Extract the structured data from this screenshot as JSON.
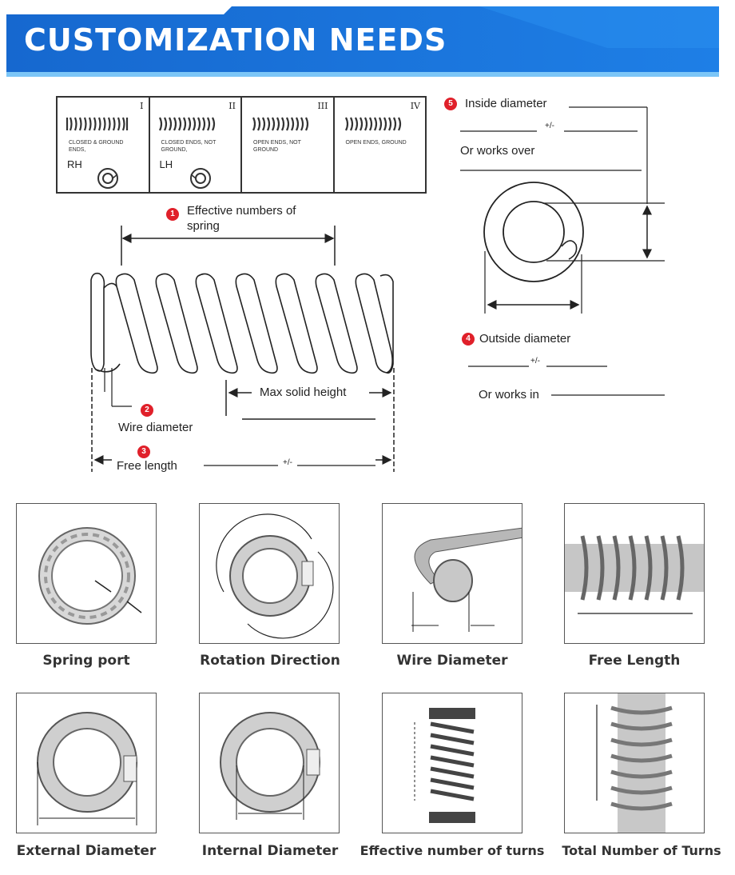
{
  "header": {
    "title": "CUSTOMIZATION NEEDS",
    "bg_color": "#1a6fd4",
    "accent": "#5fb4f5"
  },
  "end_types": [
    {
      "roman": "I",
      "desc": "CLOSED & GROUND ENDS,",
      "hand": "RH"
    },
    {
      "roman": "II",
      "desc": "CLOSED ENDS, NOT GROUND,",
      "hand": "LH"
    },
    {
      "roman": "III",
      "desc": "OPEN ENDS, NOT GROUND",
      "hand": ""
    },
    {
      "roman": "IV",
      "desc": "OPEN ENDS, GROUND",
      "hand": ""
    }
  ],
  "spec": {
    "effective": {
      "num": "1",
      "label": "Effective numbers of spring"
    },
    "wire": {
      "num": "2",
      "label": "Wire diameter"
    },
    "free": {
      "num": "3",
      "label": "Free length"
    },
    "max_solid": "Max solid height",
    "outside": {
      "num": "4",
      "label": "Outside diameter"
    },
    "inside": {
      "num": "5",
      "label": "Inside diameter"
    },
    "works_over": "Or works over",
    "works_in": "Or works in",
    "plus_minus": "+/-"
  },
  "cards": [
    {
      "caption": "Spring port",
      "icon": "spring-end-icon"
    },
    {
      "caption": "Rotation Direction",
      "icon": "rotation-icon"
    },
    {
      "caption": "Wire Diameter",
      "icon": "wire-icon"
    },
    {
      "caption": "Free Length",
      "icon": "free-length-icon"
    },
    {
      "caption": "External Diameter",
      "icon": "external-diameter-icon"
    },
    {
      "caption": "Internal Diameter",
      "icon": "internal-diameter-icon"
    },
    {
      "caption": "Effective number of turns",
      "icon": "effective-turns-icon"
    },
    {
      "caption": "Total Number of Turns",
      "icon": "total-turns-icon"
    }
  ]
}
